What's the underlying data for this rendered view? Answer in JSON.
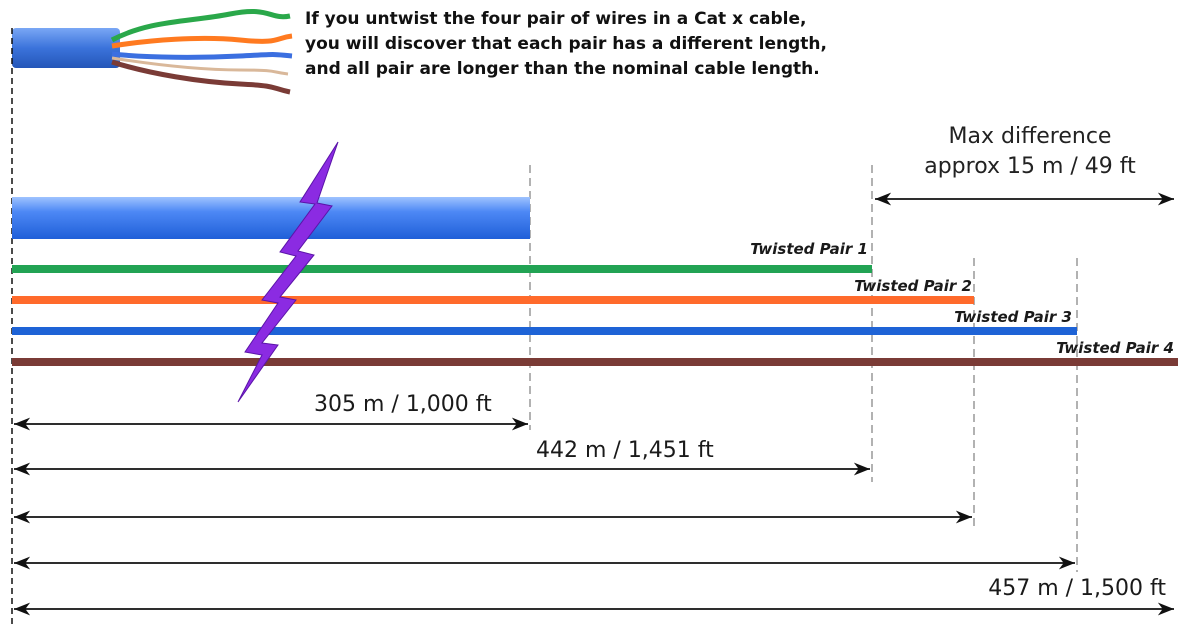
{
  "intro_lines": [
    "If you untwist the four pair of wires in a Cat x cable,",
    "you will discover that each pair has a different length,",
    "and all pair are longer than the nominal cable length."
  ],
  "max_difference": {
    "line1": "Max difference",
    "line2": "approx 15 m / 49 ft"
  },
  "pairs": [
    {
      "label": "Twisted Pair 1",
      "color": "#22a354"
    },
    {
      "label": "Twisted Pair 2",
      "color": "#ff6a2b"
    },
    {
      "label": "Twisted Pair 3",
      "color": "#1e63d6"
    },
    {
      "label": "Twisted Pair 4",
      "color": "#7a3b36"
    }
  ],
  "cable": {
    "color": "#3a7bf0",
    "label": "305 m / 1,000 ft"
  },
  "dimensions": [
    {
      "label": "305 m / 1,000 ft"
    },
    {
      "label": "442 m / 1,451 ft"
    },
    {
      "label": ""
    },
    {
      "label": ""
    },
    {
      "label": "457 m / 1,500 ft"
    }
  ],
  "colors": {
    "lightning": "#8b2be2",
    "dashed": "#999999",
    "arrow": "#111111"
  },
  "icons": [
    "cable-photo-icon",
    "lightning-bolt-icon"
  ]
}
